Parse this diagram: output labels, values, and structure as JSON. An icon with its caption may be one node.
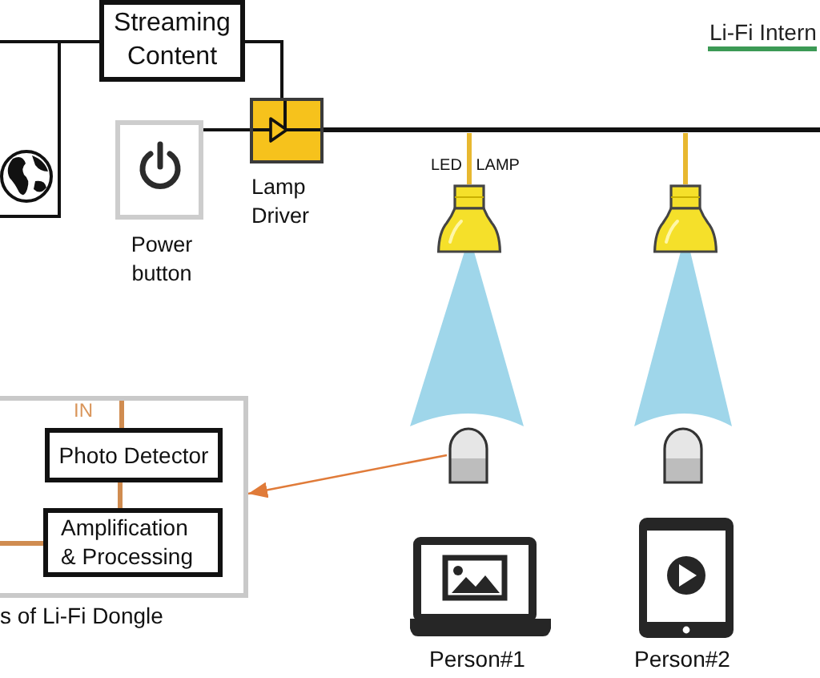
{
  "diagram": {
    "nodes": [
      {
        "text": [],
        "shape": "box"
      },
      {
        "text": [
          "Streaming Content"
        ]
      },
      {
        "text": [],
        "shape": "box",
        "beside": [
          "Power button"
        ]
      },
      {
        "text": [],
        "shape": "box",
        "beside": [
          "Lamp Driver"
        ]
      },
      {
        "text": [],
        "shape": "picture",
        "beside": [
          "LED LAMP"
        ]
      },
      {
        "text": [],
        "shape": "picture"
      },
      {
        "text": [],
        "shape": "box",
        "beside": [
          "s of Li-Fi Dongle"
        ]
      },
      {
        "text": [
          "Photo Detector"
        ],
        "in": 6
      },
      {
        "text": [
          "Amplification & Processing"
        ],
        "in": 6
      },
      {
        "text": [],
        "shape": "picture"
      },
      {
        "text": [],
        "shape": "picture"
      }
    ],
    "edges": [
      {
        "from": 0,
        "to": 1,
        "arrow": "none"
      },
      {
        "from": 1,
        "to": 3,
        "arrow": "none"
      },
      {
        "from": 2,
        "to": 3,
        "arrow": "none"
      },
      {
        "from": 3,
        "to": null,
        "arrow": "none"
      },
      {
        "from": null,
        "to": 4,
        "arrow": "none",
        "color": "#e8b830"
      },
      {
        "from": null,
        "to": 5,
        "arrow": "none",
        "color": "#e8b830"
      },
      {
        "from": null,
        "to": 7,
        "arrow": "none",
        "color": "#d08c50"
      },
      {
        "from": 7,
        "to": 8,
        "arrow": "none",
        "color": "#d08c50"
      },
      {
        "from": 8,
        "to": null,
        "arrow": "none",
        "color": "#d08c50"
      },
      {
        "from": 9,
        "to": 6,
        "arrow": "to",
        "color": "#e07b39"
      }
    ],
    "labels": [
      "Li-Fi Intern",
      "IN",
      "Person#1",
      "Person#2"
    ]
  }
}
